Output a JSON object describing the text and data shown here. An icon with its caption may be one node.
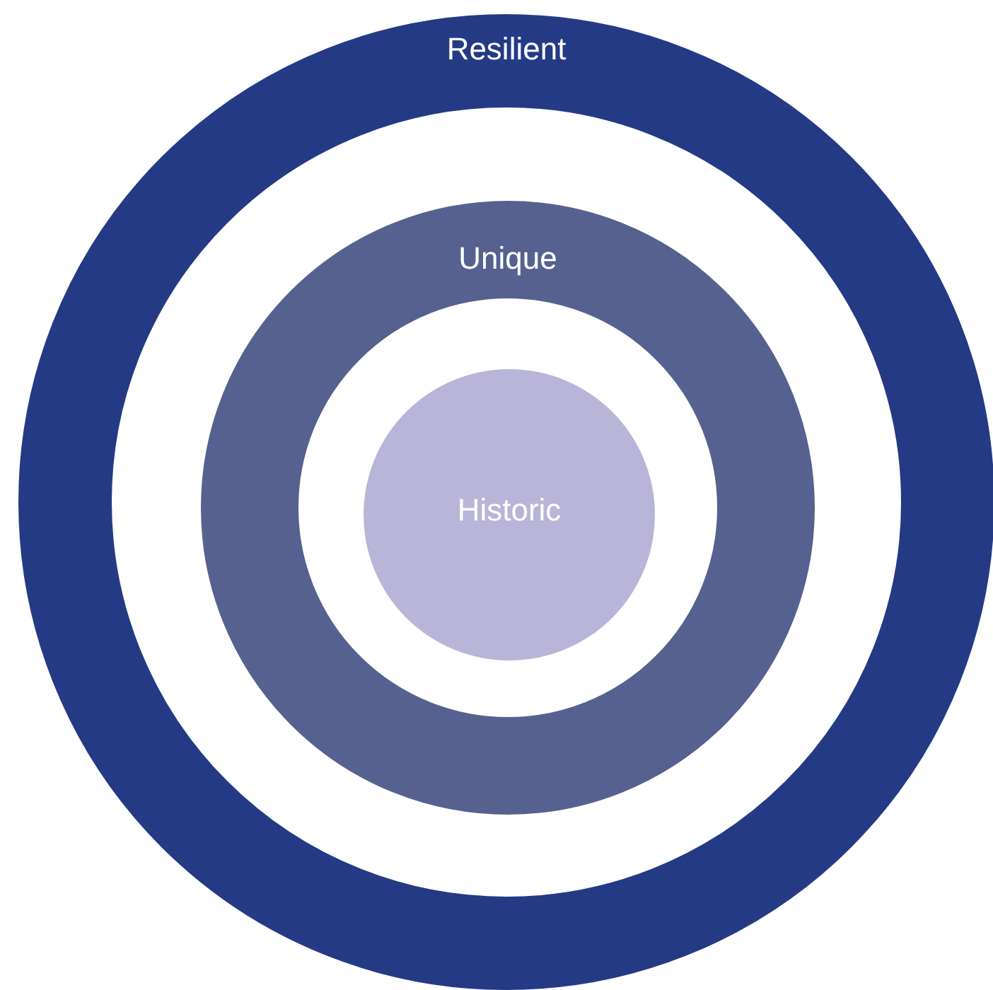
{
  "diagram": {
    "nodes": [
      {
        "text": [
          "Resilient"
        ]
      },
      {
        "text": [
          "Unique"
        ],
        "in": 0
      },
      {
        "text": [
          "Historic"
        ],
        "in": 1
      }
    ]
  }
}
